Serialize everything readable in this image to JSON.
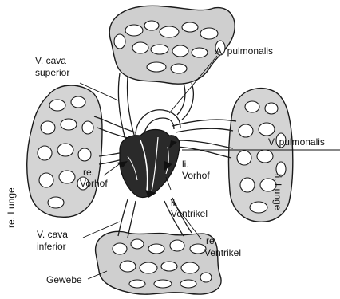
{
  "labels": {
    "v_cava_superior_1": "V. cava",
    "v_cava_superior_2": "superior",
    "a_pulmonalis": "A. pulmonalis",
    "v_pulmonalis": "V. pulmonalis",
    "re_vorhof_1": "re.",
    "re_vorhof_2": "Vorhof",
    "li_vorhof_1": "li.",
    "li_vorhof_2": "Vorhof",
    "li_ventrikel_1": "li.",
    "li_ventrikel_2": "Ventrikel",
    "re_ventrikel_1": "re.",
    "re_ventrikel_2": "Ventrikel",
    "v_cava_inferior_1": "V. cava",
    "v_cava_inferior_2": "inferior",
    "gewebe": "Gewebe",
    "re_lunge": "re. Lunge",
    "li_lunge": "li. Lunge"
  },
  "colors": {
    "ink": "#1a1a1a",
    "tissue_fill": "#cfcfcf",
    "heart_fill": "#2a2a2a",
    "background": "#ffffff"
  }
}
